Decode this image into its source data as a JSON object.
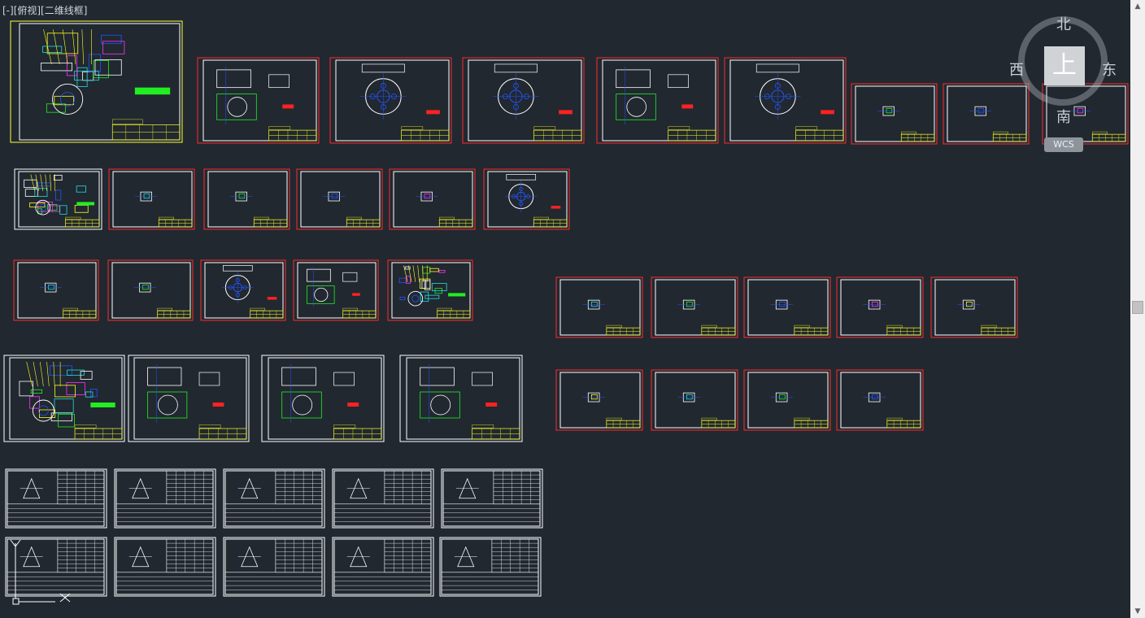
{
  "viewport": {
    "label": "[-][俯视][二维线框]"
  },
  "viewcube": {
    "north": "北",
    "south": "南",
    "east": "东",
    "west": "西",
    "top_face": "上",
    "wcs": "WCS"
  },
  "scrollbar": {
    "up_icon": "▲",
    "down_icon": "▼"
  },
  "colors": {
    "background": "#212830",
    "sheet_frame_red": "#ff2a2a",
    "sheet_frame_yellow": "#ffff3a",
    "sheet_frame_white": "#ffffff",
    "geometry_white": "#ffffff",
    "geometry_cyan": "#22dddd",
    "geometry_green": "#22ee22",
    "geometry_yellow": "#ffff22",
    "geometry_blue": "#2255ff",
    "geometry_magenta": "#ff33ff",
    "geometry_red": "#ff2222"
  },
  "drawing_sheets": [
    {
      "frame": "yellow",
      "content": "assembly"
    },
    {
      "frame": "red",
      "content": "part"
    },
    {
      "frame": "red",
      "content": "disc"
    },
    {
      "frame": "red",
      "content": "disc"
    },
    {
      "frame": "red",
      "content": "part"
    },
    {
      "frame": "red",
      "content": "disc"
    },
    {
      "frame": "red",
      "content": "small"
    },
    {
      "frame": "red",
      "content": "small"
    },
    {
      "frame": "red",
      "content": "small"
    },
    {
      "frame": "white",
      "content": "assembly"
    },
    {
      "frame": "red",
      "content": "small"
    },
    {
      "frame": "red",
      "content": "small"
    },
    {
      "frame": "red",
      "content": "small"
    },
    {
      "frame": "red",
      "content": "small"
    },
    {
      "frame": "red",
      "content": "disc"
    },
    {
      "frame": "red",
      "content": "small"
    },
    {
      "frame": "red",
      "content": "small"
    },
    {
      "frame": "red",
      "content": "disc"
    },
    {
      "frame": "red",
      "content": "part"
    },
    {
      "frame": "red",
      "content": "assembly"
    },
    {
      "frame": "red",
      "content": "small"
    },
    {
      "frame": "red",
      "content": "small"
    },
    {
      "frame": "red",
      "content": "small"
    },
    {
      "frame": "red",
      "content": "small"
    },
    {
      "frame": "red",
      "content": "small"
    },
    {
      "frame": "white",
      "content": "assembly"
    },
    {
      "frame": "white",
      "content": "part"
    },
    {
      "frame": "white",
      "content": "part"
    },
    {
      "frame": "white",
      "content": "part"
    },
    {
      "frame": "red",
      "content": "small"
    },
    {
      "frame": "red",
      "content": "small"
    },
    {
      "frame": "red",
      "content": "small"
    },
    {
      "frame": "red",
      "content": "small"
    },
    {
      "frame": "white",
      "content": "process-card"
    },
    {
      "frame": "white",
      "content": "process-card"
    },
    {
      "frame": "white",
      "content": "process-card"
    },
    {
      "frame": "white",
      "content": "process-card"
    },
    {
      "frame": "white",
      "content": "process-card"
    },
    {
      "frame": "white",
      "content": "process-card"
    },
    {
      "frame": "white",
      "content": "process-card"
    },
    {
      "frame": "white",
      "content": "process-card"
    },
    {
      "frame": "white",
      "content": "process-card"
    },
    {
      "frame": "white",
      "content": "process-card"
    }
  ],
  "ucs_icon": "ucs-icon"
}
